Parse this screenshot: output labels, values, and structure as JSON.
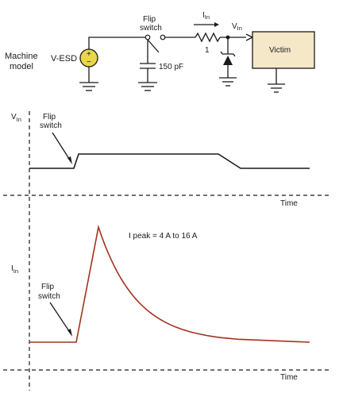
{
  "circuit": {
    "machine_model_line1": "Machine",
    "machine_model_line2": "model",
    "source_label": "V-ESD",
    "source_plus": "+",
    "source_minus": "−",
    "flip_switch_line1": "Flip",
    "flip_switch_line2": "switch",
    "capacitor_label": "150 pF",
    "current_label_main": "I",
    "current_label_sub": "In",
    "resistor_label": "1",
    "vin_label_main": "V",
    "vin_label_sub": "In",
    "victim_label": "Victim"
  },
  "voltage_plot": {
    "y_label_main": "V",
    "y_label_sub": "In",
    "annotation_line1": "Flip",
    "annotation_line2": "switch",
    "x_label": "Time"
  },
  "current_plot": {
    "y_label_main": "I",
    "y_label_sub": "In",
    "peak_label": "I peak = 4 A to 16 A",
    "annotation_line1": "Flip",
    "annotation_line2": "switch",
    "x_label": "Time"
  },
  "colors": {
    "trace_voltage": "#1a1a1a",
    "trace_current": "#a0341e",
    "victim_fill": "#f4e8c9",
    "source_fill": "#e9d64a"
  }
}
